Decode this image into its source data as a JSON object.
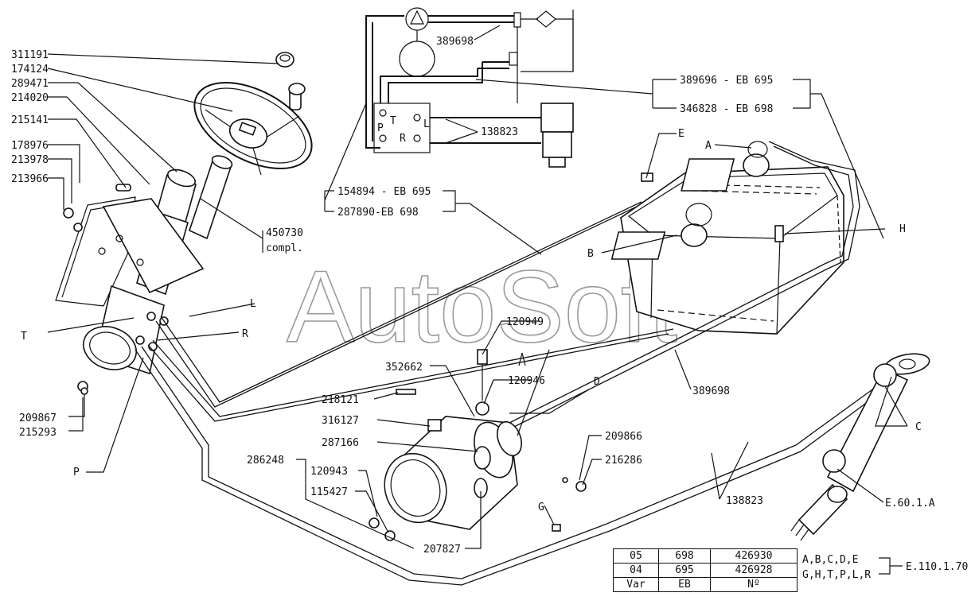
{
  "watermark": "AutoSoft",
  "left_labels": [
    "311191",
    "174124",
    "289471",
    "214020",
    "215141",
    "178976",
    "213978",
    "213966"
  ],
  "column_labels": {
    "compl_number": "450730",
    "compl_suffix": "compl."
  },
  "column_side_labels": {
    "T": "T",
    "L": "L",
    "R": "R",
    "P": "P"
  },
  "bottom_left_labels": [
    "209867",
    "215293"
  ],
  "schematic": {
    "pipe_label": "389698",
    "valve_ports": {
      "P": "P",
      "T": "T",
      "L": "L",
      "R": "R"
    },
    "cylinder_label": "138823"
  },
  "variant_labels": {
    "top": [
      "389696 - EB 695",
      "346828 - EB 698"
    ],
    "middle": [
      "154894 - EB 695",
      "287890-EB 698"
    ]
  },
  "tank_labels": {
    "E": "E",
    "A": "A",
    "B": "B",
    "H": "H"
  },
  "pump_labels": {
    "p120949": "120949",
    "p352662": "352662",
    "p120946": "120946",
    "D": "D",
    "p218121": "218121",
    "p316127": "316127",
    "p287166": "287166",
    "p286248": "286248",
    "p120943": "120943",
    "p115427": "115427",
    "p207827": "207827",
    "p209866": "209866",
    "p216286": "216286",
    "G": "G"
  },
  "right_labels": {
    "p389698": "389698",
    "C": "C",
    "p138823": "138823",
    "e601a": "E.60.1.A"
  },
  "table": {
    "rows": [
      [
        "05",
        "698",
        "426930"
      ],
      [
        "04",
        "695",
        "426928"
      ],
      [
        "Var",
        "EB",
        "Nº"
      ]
    ],
    "groups": [
      "A,B,C,D,E",
      "G,H,T,P,L,R"
    ],
    "ref": "E.110.1.70"
  }
}
